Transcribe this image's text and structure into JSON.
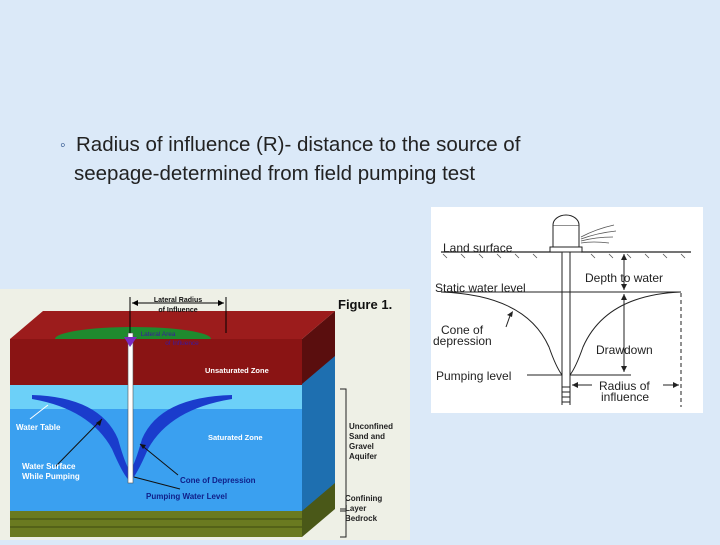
{
  "slide": {
    "bullet_line1": "Radius of influence (R)- distance to the source of",
    "bullet_line2": "seepage-determined from field pumping test"
  },
  "figure_left": {
    "title": "Figure 1.",
    "lateral_radius": "Lateral Radius",
    "of_influence": "of Influence",
    "lateral_area": "Lateral Area",
    "of_influence_2": "of Influence",
    "unsaturated_zone": "Unsaturated Zone",
    "water_table": "Water Table",
    "saturated_zone": "Saturated Zone",
    "water_surface": "Water Surface",
    "while_pumping": "While Pumping",
    "cone_of_depression": "Cone of Depression",
    "pumping_water_level": "Pumping Water Level",
    "aquifer_lines": [
      "Unconfined",
      "Sand and",
      "Gravel",
      "Aquifer"
    ],
    "confining_lines": [
      "Confining",
      "Layer",
      "Bedrock"
    ]
  },
  "figure_right": {
    "land_surface": "Land surface",
    "static_water_level": "Static water level",
    "cone_of": "Cone of",
    "depression": "depression",
    "pumping_level": "Pumping level",
    "depth_to_water": "Depth to water",
    "drawdown": "Drawdown",
    "radius_of": "Radius of",
    "influence": "influence"
  },
  "colors": {
    "background": "#dbe9f8",
    "soil": "#8a1414",
    "water": "#3aa0f0",
    "cone": "#1a3ccc",
    "bedrock": "#6a7a20"
  }
}
